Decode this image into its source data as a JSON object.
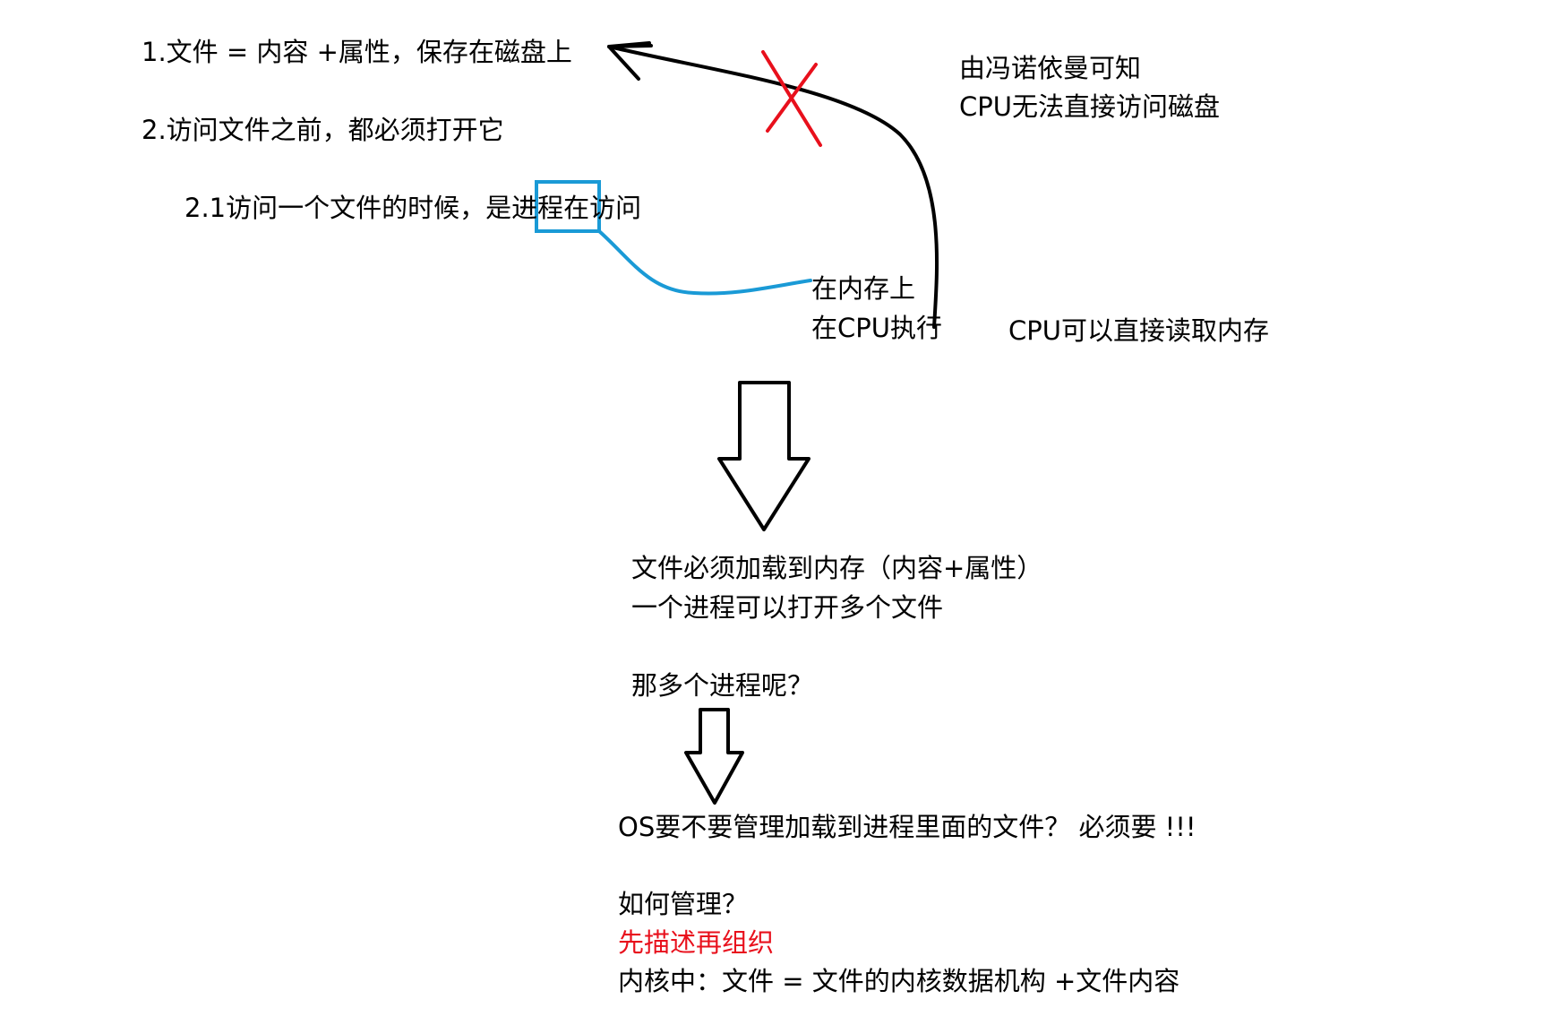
{
  "notes": {
    "line1": "1.文件 = 内容 +属性，保存在磁盘上",
    "line2": "2.访问文件之前，都必须打开它",
    "line2_1_pre": "2.1访问一个文件的时候，是",
    "line2_1_highlight": "进程",
    "line2_1_post": "在访问",
    "von_neumann_1": "由冯诺依曼可知",
    "von_neumann_2": "CPU无法直接访问磁盘",
    "in_memory": "在内存上",
    "on_cpu": "在CPU执行",
    "cpu_reads_memory": "CPU可以直接读取内存",
    "load_to_memory": "文件必须加载到内存（内容+属性）",
    "one_process_many_files": "一个进程可以打开多个文件",
    "many_processes": "那多个进程呢？",
    "os_manage": "OS要不要管理加载到进程里面的文件？  必须要 !!!",
    "how_manage": "如何管理？",
    "describe_then_organize": "先描述再组织",
    "kernel_file": "内核中：文件 = 文件的内核数据机构 +文件内容"
  },
  "colors": {
    "ink": "#000000",
    "highlight_box": "#1a9ad6",
    "cross": "#e8101c",
    "emphasis_text": "#e8101c"
  }
}
